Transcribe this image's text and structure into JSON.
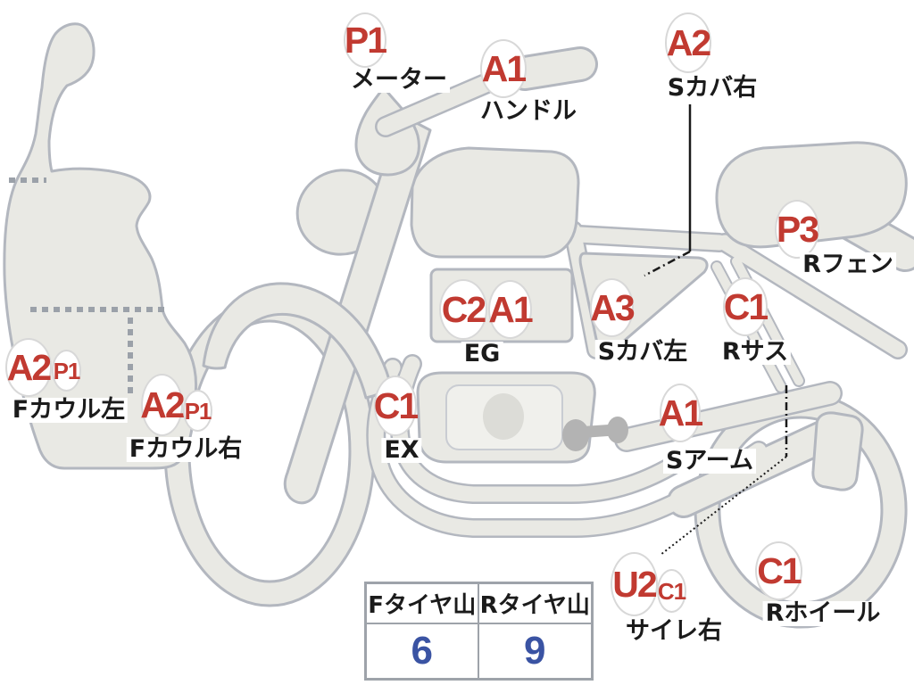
{
  "diagram": {
    "type": "motorcycle-condition-map",
    "grade_color": "#c13a31",
    "body_fill": "#e9e9e4",
    "body_stroke": "#b3b7bf",
    "labels": [
      {
        "codes": [
          "P1"
        ],
        "name": "メーター"
      },
      {
        "codes": [
          "A1"
        ],
        "name": "ハンドル"
      },
      {
        "codes": [
          "A2"
        ],
        "name": "Sカバ右"
      },
      {
        "codes": [
          "P3"
        ],
        "name": "Rフェン"
      },
      {
        "codes": [
          "C1"
        ],
        "name": "Rサス"
      },
      {
        "codes": [
          "C2",
          "A1"
        ],
        "name": "EG"
      },
      {
        "codes": [
          "A3"
        ],
        "name": "Sカバ左"
      },
      {
        "codes": [
          "A2",
          "P1"
        ],
        "name": "Fカウル左"
      },
      {
        "codes": [
          "A2",
          "P1"
        ],
        "name": "Fカウル右"
      },
      {
        "codes": [
          "C1"
        ],
        "name": "EX"
      },
      {
        "codes": [
          "A1"
        ],
        "name": "Sアーム"
      },
      {
        "codes": [
          "U2",
          "C1"
        ],
        "name": "サイレ右"
      },
      {
        "codes": [
          "C1"
        ],
        "name": "Rホイール"
      }
    ]
  },
  "tire_table": {
    "value_color": "#3a53a3",
    "columns": [
      {
        "header": "Fタイヤ山",
        "value": "6"
      },
      {
        "header": "Rタイヤ山",
        "value": "9"
      }
    ]
  }
}
